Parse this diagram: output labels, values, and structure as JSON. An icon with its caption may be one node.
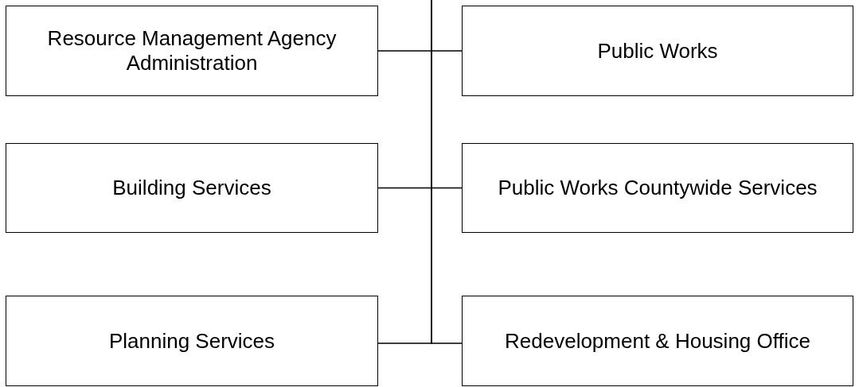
{
  "diagram": {
    "nodes": [
      {
        "text": [
          "Resource Management Agency Administration"
        ]
      },
      {
        "text": [
          "Public Works"
        ]
      },
      {
        "text": [
          "Building Services"
        ]
      },
      {
        "text": [
          "Public Works Countywide Services"
        ]
      },
      {
        "text": [
          "Planning Services"
        ]
      },
      {
        "text": [
          "Redevelopment & Housing Office"
        ]
      }
    ],
    "edges": [
      {
        "from": null,
        "to": 0,
        "arrow": "none"
      },
      {
        "from": null,
        "to": 1,
        "arrow": "none"
      },
      {
        "from": null,
        "to": 2,
        "arrow": "none"
      },
      {
        "from": null,
        "to": 3,
        "arrow": "none"
      },
      {
        "from": null,
        "to": 4,
        "arrow": "none"
      },
      {
        "from": null,
        "to": 5,
        "arrow": "none"
      }
    ]
  }
}
